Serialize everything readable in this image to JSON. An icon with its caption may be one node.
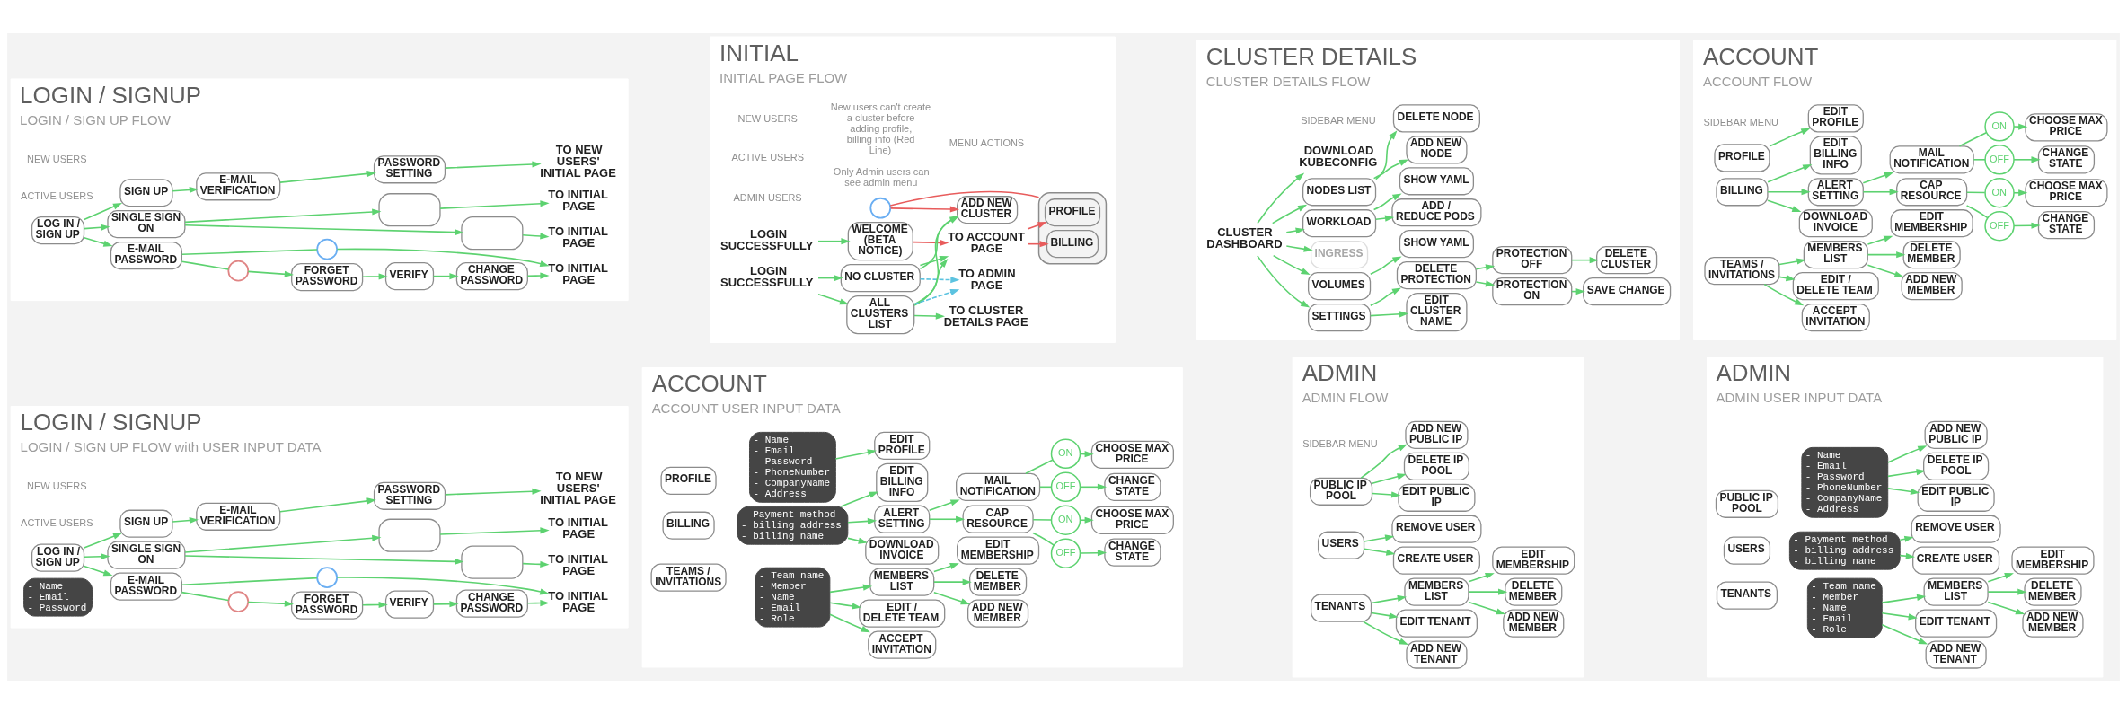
{
  "diagram": {
    "nodes": [
      {
        "text": [
          "LOGIN / SIGNUP",
          "LOGIN / SIGN UP FLOW"
        ]
      },
      {
        "text": [
          "LOG IN / SIGN UP"
        ],
        "in": 0
      },
      {
        "text": [
          "SIGN UP"
        ],
        "in": 0
      },
      {
        "text": [
          "E-MAIL VERIFICATION"
        ],
        "in": 0
      },
      {
        "text": [
          "PASSWORD SETTING"
        ],
        "in": 0
      },
      {
        "text": [
          "TO NEW USERS' INITIAL PAGE"
        ],
        "in": 0
      },
      {
        "text": [
          "SINGLE SIGN ON"
        ],
        "in": 0
      },
      {
        "text": [],
        "shape": "box",
        "in": 0
      },
      {
        "text": [
          "TO INITIAL PAGE"
        ],
        "in": 0
      },
      {
        "text": [],
        "shape": "box",
        "in": 0
      },
      {
        "text": [
          "TO INITIAL PAGE"
        ],
        "in": 0
      },
      {
        "text": [
          "E-MAIL PASSWORD"
        ],
        "in": 0
      },
      {
        "text": [],
        "shape": "circle",
        "in": 0
      },
      {
        "text": [
          "TO INITIAL PAGE"
        ],
        "in": 0
      },
      {
        "text": [],
        "shape": "circle",
        "in": 0
      },
      {
        "text": [
          "FORGET PASSWORD"
        ],
        "in": 0
      },
      {
        "text": [
          "VERIFY"
        ],
        "in": 0
      },
      {
        "text": [
          "CHANGE PASSWORD"
        ],
        "in": 0
      },
      {
        "text": [
          "INITIAL",
          "INITIAL PAGE FLOW"
        ]
      },
      {
        "text": [
          "LOGIN SUCCESSFULLY"
        ],
        "in": 18
      },
      {
        "text": [
          "WELCOME",
          "(BETA NOTICE)"
        ],
        "in": 18
      },
      {
        "text": [
          "ADD NEW CLUSTER"
        ],
        "in": 18
      },
      {
        "text": [],
        "shape": "circle",
        "in": 18
      },
      {
        "text": [],
        "shape": "box",
        "in": 18
      },
      {
        "text": [
          "PROFILE"
        ],
        "in": 23
      },
      {
        "text": [
          "BILLING"
        ],
        "in": 23
      },
      {
        "text": [
          "LOGIN SUCCESSFULLY"
        ],
        "in": 18
      },
      {
        "text": [
          "NO CLUSTER"
        ],
        "in": 18
      },
      {
        "text": [
          "TO ACCOUNT PAGE"
        ],
        "in": 18
      },
      {
        "text": [
          "ALL CLUSTERS LIST"
        ],
        "in": 18
      },
      {
        "text": [
          "TO CLUSTER DETAILS PAGE"
        ],
        "in": 18
      },
      {
        "text": [
          "TO ADMIN PAGE"
        ],
        "in": 18
      },
      {
        "text": [
          "CLUSTER DETAILS",
          "CLUSTER DETAILS FLOW"
        ]
      },
      {
        "text": [
          "CLUSTER DASHBOARD"
        ],
        "in": 32
      },
      {
        "text": [
          "DOWNLOAD KUBECONFIG"
        ],
        "in": 32
      },
      {
        "text": [
          "NODES LIST"
        ],
        "in": 32
      },
      {
        "text": [
          "WORKLOAD"
        ],
        "in": 32
      },
      {
        "text": [
          "INGRESS"
        ],
        "in": 32
      },
      {
        "text": [
          "VOLUMES"
        ],
        "in": 32
      },
      {
        "text": [
          "SETTINGS"
        ],
        "in": 32
      },
      {
        "text": [
          "DELETE NODE"
        ],
        "in": 32
      },
      {
        "text": [
          "ADD NEW NODE"
        ],
        "in": 32
      },
      {
        "text": [
          "SHOW YAML"
        ],
        "in": 32
      },
      {
        "text": [
          "ADD / REDUCE PODS"
        ],
        "in": 32
      },
      {
        "text": [
          "SHOW YAML"
        ],
        "in": 32
      },
      {
        "text": [
          "EDIT CLUSTER NAME"
        ],
        "in": 32
      },
      {
        "text": [
          "DELETE PROTECTION"
        ],
        "in": 32
      },
      {
        "text": [
          "PROTECTION ON"
        ],
        "in": 32
      },
      {
        "text": [
          "PROTECTION OFF"
        ],
        "in": 32
      },
      {
        "text": [
          "SAVE CHANGE"
        ],
        "in": 32
      },
      {
        "text": [
          "DELETE CLUSTER"
        ],
        "in": 32
      },
      {
        "text": [
          "ACCOUNT",
          "ACCOUNT FLOW"
        ]
      },
      {
        "text": [
          "PROFILE"
        ],
        "in": 51
      },
      {
        "text": [
          "BILLING"
        ],
        "in": 51
      },
      {
        "text": [
          "TEAMS / INVITATIONS"
        ],
        "in": 51
      },
      {
        "text": [
          "EDIT PROFILE"
        ],
        "in": 51
      },
      {
        "text": [
          "EDIT BILLING INFO"
        ],
        "in": 51
      },
      {
        "text": [
          "ALERT SETTING"
        ],
        "in": 51
      },
      {
        "text": [
          "DOWNLOAD INVOICE"
        ],
        "in": 51
      },
      {
        "text": [
          "MEMBERS LIST"
        ],
        "in": 51
      },
      {
        "text": [
          "EDIT / DELETE TEAM"
        ],
        "in": 51
      },
      {
        "text": [
          "ACCEPT INVITATION"
        ],
        "in": 51
      },
      {
        "text": [
          "MAIL NOTIFICATION"
        ],
        "in": 51
      },
      {
        "text": [
          "CAP RESOURCE"
        ],
        "in": 51
      },
      {
        "text": [
          "EDIT MEMBERSHIP"
        ],
        "in": 51
      },
      {
        "text": [
          "DELETE MEMBER"
        ],
        "in": 51
      },
      {
        "text": [
          "ADD NEW MEMBER"
        ],
        "in": 51
      },
      {
        "text": [
          "ON"
        ],
        "in": 51
      },
      {
        "text": [
          "OFF"
        ],
        "in": 51
      },
      {
        "text": [
          "ON"
        ],
        "in": 51
      },
      {
        "text": [
          "OFF"
        ],
        "in": 51
      },
      {
        "text": [
          "CHOOSE MAX PRICE"
        ],
        "in": 51
      },
      {
        "text": [
          "CHANGE STATE"
        ],
        "in": 51
      },
      {
        "text": [
          "CHOOSE MAX PRICE"
        ],
        "in": 51
      },
      {
        "text": [
          "CHANGE STATE"
        ],
        "in": 51
      },
      {
        "text": [
          "ADMIN",
          "ADMIN FLOW"
        ]
      },
      {
        "text": [
          "PUBLIC IP POOL"
        ],
        "in": 75
      },
      {
        "text": [
          "USERS"
        ],
        "in": 75
      },
      {
        "text": [
          "TENANTS"
        ],
        "in": 75
      },
      {
        "text": [
          "ADD NEW PUBLIC IP"
        ],
        "in": 75
      },
      {
        "text": [
          "DELETE IP POOL"
        ],
        "in": 75
      },
      {
        "text": [
          "EDIT PUBLIC IP"
        ],
        "in": 75
      },
      {
        "text": [
          "REMOVE USER"
        ],
        "in": 75
      },
      {
        "text": [
          "CREATE USER"
        ],
        "in": 75
      },
      {
        "text": [
          "MEMBERS LIST"
        ],
        "in": 75
      },
      {
        "text": [
          "EDIT TENANT"
        ],
        "in": 75
      },
      {
        "text": [
          "ADD NEW TENANT"
        ],
        "in": 75
      },
      {
        "text": [
          "EDIT MEMBERSHIP"
        ],
        "in": 75
      },
      {
        "text": [
          "DELETE MEMBER"
        ],
        "in": 75
      },
      {
        "text": [
          "ADD NEW MEMBER"
        ],
        "in": 75
      },
      {
        "text": [
          "LOGIN / SIGNUP",
          "LOGIN / SIGN UP FLOW with USER INPUT DATA"
        ]
      },
      {
        "text": [
          "LOG IN / SIGN UP"
        ],
        "in": 90
      },
      {
        "text": [
          "SIGN UP"
        ],
        "in": 90
      },
      {
        "text": [
          "E-MAIL VERIFICATION"
        ],
        "in": 90
      },
      {
        "text": [
          "PASSWORD SETTING"
        ],
        "in": 90
      },
      {
        "text": [
          "TO NEW USERS' INITIAL PAGE"
        ],
        "in": 90
      },
      {
        "text": [
          "- Name",
          "- Email",
          "- Password"
        ],
        "in": 90
      },
      {
        "text": [
          "SINGLE SIGN ON"
        ],
        "in": 90
      },
      {
        "text": [],
        "shape": "box",
        "in": 90
      },
      {
        "text": [
          "TO INITIAL PAGE"
        ],
        "in": 90
      },
      {
        "text": [],
        "shape": "box",
        "in": 90
      },
      {
        "text": [
          "TO INITIAL PAGE"
        ],
        "in": 90
      },
      {
        "text": [
          "E-MAIL PASSWORD"
        ],
        "in": 90
      },
      {
        "text": [],
        "shape": "circle",
        "in": 90
      },
      {
        "text": [
          "TO INITIAL PAGE"
        ],
        "in": 90
      },
      {
        "text": [],
        "shape": "circle",
        "in": 90
      },
      {
        "text": [
          "FORGET PASSWORD"
        ],
        "in": 90
      },
      {
        "text": [
          "VERIFY"
        ],
        "in": 90
      },
      {
        "text": [
          "CHANGE PASSWORD"
        ],
        "in": 90
      },
      {
        "text": [
          "ACCOUNT",
          "ACCOUNT USER INPUT DATA"
        ]
      },
      {
        "text": [
          "PROFILE"
        ],
        "in": 109
      },
      {
        "text": [
          "- Name",
          "- Email",
          "- Password",
          "- PhoneNumber",
          "- CompanyName",
          "- Address"
        ],
        "in": 109
      },
      {
        "text": [
          "BILLING"
        ],
        "in": 109
      },
      {
        "text": [
          "- Payment method",
          "- billing address",
          "- billing name"
        ],
        "in": 109
      },
      {
        "text": [
          "TEAMS / INVITATIONS"
        ],
        "in": 109
      },
      {
        "text": [
          "- Team name",
          "- Member",
          "- Name",
          "- Email",
          "- Role"
        ],
        "in": 109
      },
      {
        "text": [
          "EDIT PROFILE"
        ],
        "in": 109
      },
      {
        "text": [
          "EDIT BILLING INFO"
        ],
        "in": 109
      },
      {
        "text": [
          "ALERT SETTING"
        ],
        "in": 109
      },
      {
        "text": [
          "DOWNLOAD INVOICE"
        ],
        "in": 109
      },
      {
        "text": [
          "MEMBERS LIST"
        ],
        "in": 109
      },
      {
        "text": [
          "EDIT / DELETE TEAM"
        ],
        "in": 109
      },
      {
        "text": [
          "ACCEPT INVITATION"
        ],
        "in": 109
      },
      {
        "text": [
          "MAIL NOTIFICATION"
        ],
        "in": 109
      },
      {
        "text": [
          "CAP RESOURCE"
        ],
        "in": 109
      },
      {
        "text": [
          "EDIT MEMBERSHIP"
        ],
        "in": 109
      },
      {
        "text": [
          "DELETE MEMBER"
        ],
        "in": 109
      },
      {
        "text": [
          "ADD NEW MEMBER"
        ],
        "in": 109
      },
      {
        "text": [
          "ON"
        ],
        "in": 109
      },
      {
        "text": [
          "OFF"
        ],
        "in": 109
      },
      {
        "text": [
          "ON"
        ],
        "in": 109
      },
      {
        "text": [
          "OFF"
        ],
        "in": 109
      },
      {
        "text": [
          "CHOOSE MAX PRICE"
        ],
        "in": 109
      },
      {
        "text": [
          "CHANGE STATE"
        ],
        "in": 109
      },
      {
        "text": [
          "CHOOSE MAX PRICE"
        ],
        "in": 109
      },
      {
        "text": [
          "CHANGE STATE"
        ],
        "in": 109
      },
      {
        "text": [
          "ADMIN",
          "ADMIN USER INPUT DATA"
        ]
      },
      {
        "text": [
          "PUBLIC IP POOL"
        ],
        "in": 136
      },
      {
        "text": [
          "- Name",
          "- Email",
          "- Password",
          "- PhoneNumber",
          "- CompanyName",
          "- Address"
        ],
        "in": 136
      },
      {
        "text": [
          "USERS"
        ],
        "in": 136
      },
      {
        "text": [
          "- Payment method",
          "- billing address",
          "- billing name"
        ],
        "in": 136
      },
      {
        "text": [
          "TENANTS"
        ],
        "in": 136
      },
      {
        "text": [
          "- Team name",
          "- Member",
          "- Name",
          "- Email",
          "- Role"
        ],
        "in": 136
      },
      {
        "text": [
          "ADD NEW PUBLIC IP"
        ],
        "in": 136
      },
      {
        "text": [
          "DELETE IP POOL"
        ],
        "in": 136
      },
      {
        "text": [
          "EDIT PUBLIC IP"
        ],
        "in": 136
      },
      {
        "text": [
          "REMOVE USER"
        ],
        "in": 136
      },
      {
        "text": [
          "CREATE USER"
        ],
        "in": 136
      },
      {
        "text": [
          "MEMBERS LIST"
        ],
        "in": 136
      },
      {
        "text": [
          "EDIT TENANT"
        ],
        "in": 136
      },
      {
        "text": [
          "ADD NEW TENANT"
        ],
        "in": 136
      },
      {
        "text": [
          "EDIT MEMBERSHIP"
        ],
        "in": 136
      },
      {
        "text": [
          "DELETE MEMBER"
        ],
        "in": 136
      },
      {
        "text": [
          "ADD NEW MEMBER"
        ],
        "in": 136
      }
    ],
    "edges": [
      {
        "from": 1,
        "to": 2,
        "arrow": "to"
      },
      {
        "from": 2,
        "to": 3,
        "arrow": "to"
      },
      {
        "from": 3,
        "to": 4,
        "arrow": "to"
      },
      {
        "from": 4,
        "to": 5,
        "arrow": "to"
      },
      {
        "from": 1,
        "to": 6,
        "arrow": "to"
      },
      {
        "from": 6,
        "to": 7,
        "arrow": "to"
      },
      {
        "from": 7,
        "to": 8,
        "arrow": "to"
      },
      {
        "from": 6,
        "to": 9,
        "arrow": "to"
      },
      {
        "from": 9,
        "to": 10,
        "arrow": "to"
      },
      {
        "from": 1,
        "to": 11,
        "arrow": "to"
      },
      {
        "from": 11,
        "to": 12,
        "arrow": "none"
      },
      {
        "from": 12,
        "to": 13,
        "arrow": "to"
      },
      {
        "from": 11,
        "to": 14,
        "arrow": "none"
      },
      {
        "from": 14,
        "to": 15,
        "arrow": "to"
      },
      {
        "from": 15,
        "to": 16,
        "arrow": "to"
      },
      {
        "from": 16,
        "to": 17,
        "arrow": "to"
      },
      {
        "from": 17,
        "to": 13,
        "arrow": "to"
      },
      {
        "from": 19,
        "to": 20,
        "arrow": "to"
      },
      {
        "from": 26,
        "to": 27,
        "arrow": "to"
      },
      {
        "from": 26,
        "to": 29,
        "arrow": "to"
      },
      {
        "from": 20,
        "to": 28,
        "arrow": "to",
        "color": "#e85c5c"
      },
      {
        "from": 27,
        "to": 21,
        "arrow": "to"
      },
      {
        "from": 27,
        "to": 28,
        "arrow": "to"
      },
      {
        "from": 29,
        "to": 21,
        "arrow": "to"
      },
      {
        "from": 29,
        "to": 28,
        "arrow": "to"
      },
      {
        "from": 29,
        "to": 30,
        "arrow": "to"
      },
      {
        "from": 27,
        "to": 31,
        "arrow": "to",
        "style": "dashed",
        "color": "#5cc3e0"
      },
      {
        "from": 29,
        "to": 31,
        "arrow": "to",
        "style": "dashed",
        "color": "#5cc3e0"
      },
      {
        "from": 28,
        "to": 24,
        "arrow": "to",
        "color": "#e85c5c"
      },
      {
        "from": 28,
        "to": 25,
        "arrow": "to",
        "color": "#e85c5c"
      },
      {
        "from": 23,
        "to": 22,
        "arrow": "none",
        "color": "#e85c5c"
      },
      {
        "from": 22,
        "to": 21,
        "arrow": "to",
        "color": "#e85c5c"
      },
      {
        "from": 33,
        "to": 34,
        "arrow": "to"
      },
      {
        "from": 33,
        "to": 35,
        "arrow": "to"
      },
      {
        "from": 33,
        "to": 36,
        "arrow": "to"
      },
      {
        "from": 33,
        "to": 37,
        "arrow": "to"
      },
      {
        "from": 33,
        "to": 38,
        "arrow": "to"
      },
      {
        "from": 33,
        "to": 39,
        "arrow": "to"
      },
      {
        "from": 35,
        "to": 40,
        "arrow": "to"
      },
      {
        "from": 35,
        "to": 41,
        "arrow": "to"
      },
      {
        "from": 36,
        "to": 42,
        "arrow": "to"
      },
      {
        "from": 36,
        "to": 43,
        "arrow": "to"
      },
      {
        "from": 38,
        "to": 44,
        "arrow": "to"
      },
      {
        "from": 39,
        "to": 45,
        "arrow": "to"
      },
      {
        "from": 39,
        "to": 46,
        "arrow": "to"
      },
      {
        "from": 46,
        "to": 47,
        "arrow": "to"
      },
      {
        "from": 46,
        "to": 48,
        "arrow": "to"
      },
      {
        "from": 47,
        "to": 49,
        "arrow": "to"
      },
      {
        "from": 48,
        "to": 50,
        "arrow": "to"
      },
      {
        "from": 52,
        "to": 55,
        "arrow": "to"
      },
      {
        "from": 53,
        "to": 56,
        "arrow": "to"
      },
      {
        "from": 53,
        "to": 57,
        "arrow": "to"
      },
      {
        "from": 53,
        "to": 58,
        "arrow": "to"
      },
      {
        "from": 54,
        "to": 59,
        "arrow": "to"
      },
      {
        "from": 54,
        "to": 60,
        "arrow": "to"
      },
      {
        "from": 54,
        "to": 61,
        "arrow": "to"
      },
      {
        "from": 57,
        "to": 62,
        "arrow": "to"
      },
      {
        "from": 57,
        "to": 63,
        "arrow": "to"
      },
      {
        "from": 59,
        "to": 64,
        "arrow": "to"
      },
      {
        "from": 59,
        "to": 65,
        "arrow": "to"
      },
      {
        "from": 59,
        "to": 66,
        "arrow": "to"
      },
      {
        "from": 62,
        "to": 67,
        "arrow": "none"
      },
      {
        "from": 67,
        "to": 71,
        "arrow": "to"
      },
      {
        "from": 62,
        "to": 68,
        "arrow": "none"
      },
      {
        "from": 68,
        "to": 72,
        "arrow": "to"
      },
      {
        "from": 63,
        "to": 69,
        "arrow": "none"
      },
      {
        "from": 69,
        "to": 73,
        "arrow": "to"
      },
      {
        "from": 63,
        "to": 70,
        "arrow": "none"
      },
      {
        "from": 70,
        "to": 74,
        "arrow": "to"
      },
      {
        "from": 76,
        "to": 79,
        "arrow": "to"
      },
      {
        "from": 76,
        "to": 80,
        "arrow": "to"
      },
      {
        "from": 76,
        "to": 81,
        "arrow": "to"
      },
      {
        "from": 77,
        "to": 82,
        "arrow": "to"
      },
      {
        "from": 77,
        "to": 83,
        "arrow": "to"
      },
      {
        "from": 78,
        "to": 84,
        "arrow": "to"
      },
      {
        "from": 78,
        "to": 85,
        "arrow": "to"
      },
      {
        "from": 78,
        "to": 86,
        "arrow": "to"
      },
      {
        "from": 84,
        "to": 87,
        "arrow": "to"
      },
      {
        "from": 84,
        "to": 88,
        "arrow": "to"
      },
      {
        "from": 84,
        "to": 89,
        "arrow": "to"
      },
      {
        "from": 91,
        "to": 92,
        "arrow": "to"
      },
      {
        "from": 92,
        "to": 93,
        "arrow": "to"
      },
      {
        "from": 93,
        "to": 94,
        "arrow": "to"
      },
      {
        "from": 94,
        "to": 95,
        "arrow": "to"
      },
      {
        "from": 91,
        "to": 97,
        "arrow": "to"
      },
      {
        "from": 97,
        "to": 98,
        "arrow": "to"
      },
      {
        "from": 98,
        "to": 99,
        "arrow": "to"
      },
      {
        "from": 97,
        "to": 100,
        "arrow": "to"
      },
      {
        "from": 100,
        "to": 101,
        "arrow": "to"
      },
      {
        "from": 91,
        "to": 102,
        "arrow": "to"
      },
      {
        "from": 102,
        "to": 103,
        "arrow": "none"
      },
      {
        "from": 103,
        "to": 104,
        "arrow": "to"
      },
      {
        "from": 102,
        "to": 105,
        "arrow": "none"
      },
      {
        "from": 105,
        "to": 106,
        "arrow": "to"
      },
      {
        "from": 106,
        "to": 107,
        "arrow": "to"
      },
      {
        "from": 107,
        "to": 108,
        "arrow": "to"
      },
      {
        "from": 108,
        "to": 104,
        "arrow": "to"
      },
      {
        "from": 111,
        "to": 116,
        "arrow": "to"
      },
      {
        "from": 113,
        "to": 117,
        "arrow": "to"
      },
      {
        "from": 113,
        "to": 118,
        "arrow": "to"
      },
      {
        "from": 113,
        "to": 119,
        "arrow": "to"
      },
      {
        "from": 115,
        "to": 120,
        "arrow": "to"
      },
      {
        "from": 115,
        "to": 121,
        "arrow": "to"
      },
      {
        "from": 115,
        "to": 122,
        "arrow": "to"
      },
      {
        "from": 118,
        "to": 123,
        "arrow": "to"
      },
      {
        "from": 118,
        "to": 124,
        "arrow": "to"
      },
      {
        "from": 120,
        "to": 125,
        "arrow": "to"
      },
      {
        "from": 120,
        "to": 126,
        "arrow": "to"
      },
      {
        "from": 120,
        "to": 127,
        "arrow": "to"
      },
      {
        "from": 123,
        "to": 128,
        "arrow": "none"
      },
      {
        "from": 128,
        "to": 132,
        "arrow": "to"
      },
      {
        "from": 123,
        "to": 129,
        "arrow": "none"
      },
      {
        "from": 129,
        "to": 133,
        "arrow": "to"
      },
      {
        "from": 124,
        "to": 130,
        "arrow": "none"
      },
      {
        "from": 130,
        "to": 134,
        "arrow": "to"
      },
      {
        "from": 124,
        "to": 131,
        "arrow": "none"
      },
      {
        "from": 131,
        "to": 135,
        "arrow": "to"
      },
      {
        "from": 138,
        "to": 143,
        "arrow": "to"
      },
      {
        "from": 138,
        "to": 144,
        "arrow": "to"
      },
      {
        "from": 138,
        "to": 145,
        "arrow": "to"
      },
      {
        "from": 140,
        "to": 146,
        "arrow": "to"
      },
      {
        "from": 140,
        "to": 147,
        "arrow": "to"
      },
      {
        "from": 142,
        "to": 148,
        "arrow": "to"
      },
      {
        "from": 142,
        "to": 149,
        "arrow": "to"
      },
      {
        "from": 142,
        "to": 150,
        "arrow": "to"
      },
      {
        "from": 148,
        "to": 151,
        "arrow": "to"
      },
      {
        "from": 148,
        "to": 152,
        "arrow": "to"
      },
      {
        "from": 148,
        "to": 153,
        "arrow": "to"
      }
    ],
    "labels": [
      "NEW USERS",
      "ACTIVE USERS",
      "MENU ACTIONS",
      "New users can't create a cluster before adding profile, billing info (Red Line)",
      "NEW USERS",
      "ACTIVE USERS",
      "ADMIN USERS",
      "Only Admin users can see admin menu",
      "SIDEBAR MENU",
      "SIDEBAR MENU",
      "SIDEBAR MENU",
      "NEW USERS",
      "ACTIVE USERS"
    ]
  }
}
